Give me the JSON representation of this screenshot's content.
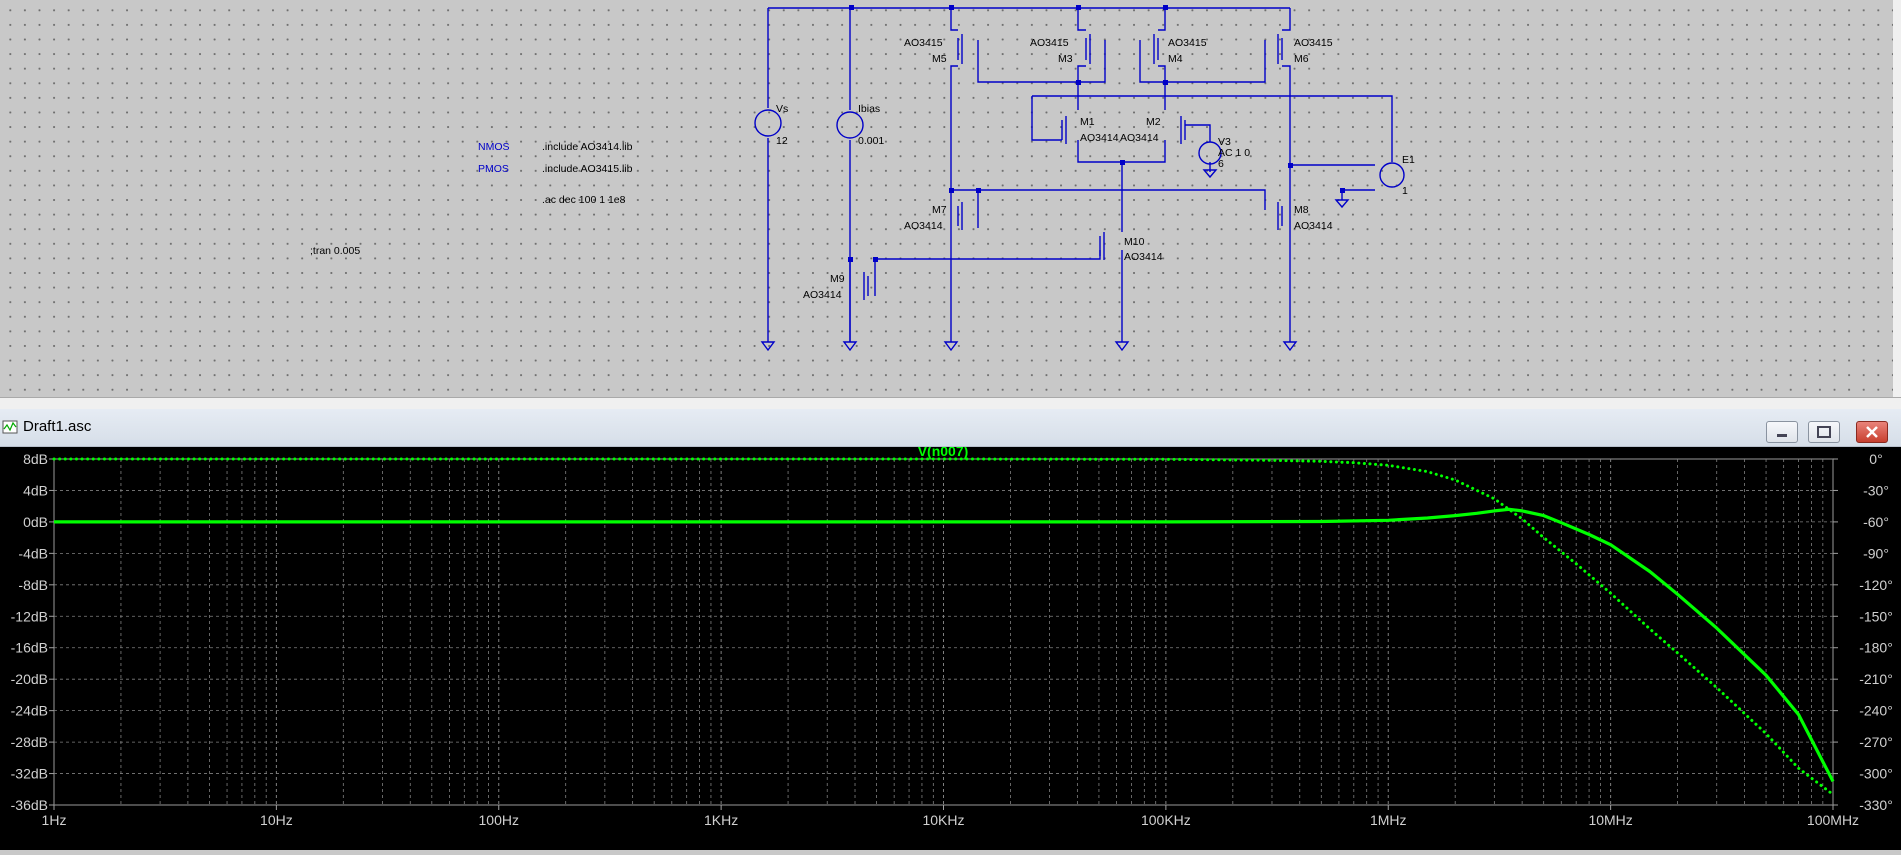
{
  "schematic": {
    "labels": {
      "nmos": "NMOS",
      "pmos": "PMOS",
      "nmos_include": ".include AO3414.lib",
      "pmos_include": ".include AO3415.lib",
      "ac_directive": ".ac dec 100 1 1e8",
      "tran_directive": ";tran 0.005"
    },
    "sources": {
      "vs_name": "Vs",
      "vs_value": "12",
      "ibias_name": "Ibias",
      "ibias_value": "0.001",
      "v3_name": "V3",
      "v3_ac": "AC 1 0",
      "v3_dc": "6",
      "e1_name": "E1",
      "e1_gain": "1"
    },
    "transistors": {
      "m5": {
        "name": "M5",
        "model": "AO3415"
      },
      "m3": {
        "name": "M3",
        "model": "AO3415"
      },
      "m4": {
        "name": "M4",
        "model": "AO3415"
      },
      "m6": {
        "name": "M6",
        "model": "AO3415"
      },
      "m1": {
        "name": "M1",
        "model": "AO3414"
      },
      "m2": {
        "name": "M2",
        "model": "AO3414"
      },
      "m7": {
        "name": "M7",
        "model": "AO3414"
      },
      "m8": {
        "name": "M8",
        "model": "AO3414"
      },
      "m9": {
        "name": "M9",
        "model": "AO3414"
      },
      "m10": {
        "name": "M10",
        "model": "AO3414"
      }
    },
    "wire_color": "#0000c8",
    "text_color": "#000000"
  },
  "plot_window": {
    "title": "Draft1.asc",
    "trace_name": "V(n007)",
    "trace_color": "#00ff00",
    "grid_color": "#808080",
    "background": "#000000"
  },
  "chart_data": {
    "type": "line",
    "x_scale": "log",
    "xlim": [
      1,
      100000000
    ],
    "x_ticks": [
      "1Hz",
      "10Hz",
      "100Hz",
      "1KHz",
      "10KHz",
      "100KHz",
      "1MHz",
      "10MHz",
      "100MHz"
    ],
    "y_ticks_left": [
      "8dB",
      "4dB",
      "0dB",
      "-4dB",
      "-8dB",
      "-12dB",
      "-16dB",
      "-20dB",
      "-24dB",
      "-28dB",
      "-32dB",
      "-36dB"
    ],
    "ylim_left": [
      -36,
      8
    ],
    "y_ticks_right": [
      "0°",
      "-30°",
      "-60°",
      "-90°",
      "-120°",
      "-150°",
      "-180°",
      "-210°",
      "-240°",
      "-270°",
      "-300°",
      "-330°"
    ],
    "ylim_right": [
      -330,
      0
    ],
    "grid": true,
    "series": [
      {
        "name": "V(n007)",
        "axis": "magnitude_dB",
        "style": "solid",
        "x": [
          1,
          10,
          100,
          1000,
          10000,
          100000,
          500000,
          1000000,
          1500000,
          2000000,
          2500000,
          3000000,
          3500000,
          4000000,
          5000000,
          6000000,
          8000000,
          10000000,
          15000000,
          20000000,
          30000000,
          50000000,
          70000000,
          100000000
        ],
        "y": [
          0,
          0,
          0,
          0,
          0,
          0,
          0.05,
          0.2,
          0.5,
          0.8,
          1.1,
          1.4,
          1.6,
          1.4,
          0.8,
          -0.1,
          -1.6,
          -2.9,
          -6.3,
          -9.2,
          -13.5,
          -19.5,
          -24.5,
          -33
        ]
      },
      {
        "name": "V(n007)",
        "axis": "phase_deg",
        "style": "dotted",
        "x": [
          1,
          10,
          100,
          1000,
          10000,
          100000,
          300000,
          500000,
          700000,
          1000000,
          1500000,
          2000000,
          3000000,
          4000000,
          5000000,
          7000000,
          10000000,
          15000000,
          20000000,
          30000000,
          50000000,
          70000000,
          100000000
        ],
        "y": [
          0,
          0,
          0,
          0,
          0,
          -0.3,
          -1.2,
          -2.2,
          -3.5,
          -6,
          -12,
          -20,
          -38,
          -57,
          -75,
          -100,
          -128,
          -162,
          -185,
          -218,
          -262,
          -295,
          -320
        ]
      }
    ]
  }
}
